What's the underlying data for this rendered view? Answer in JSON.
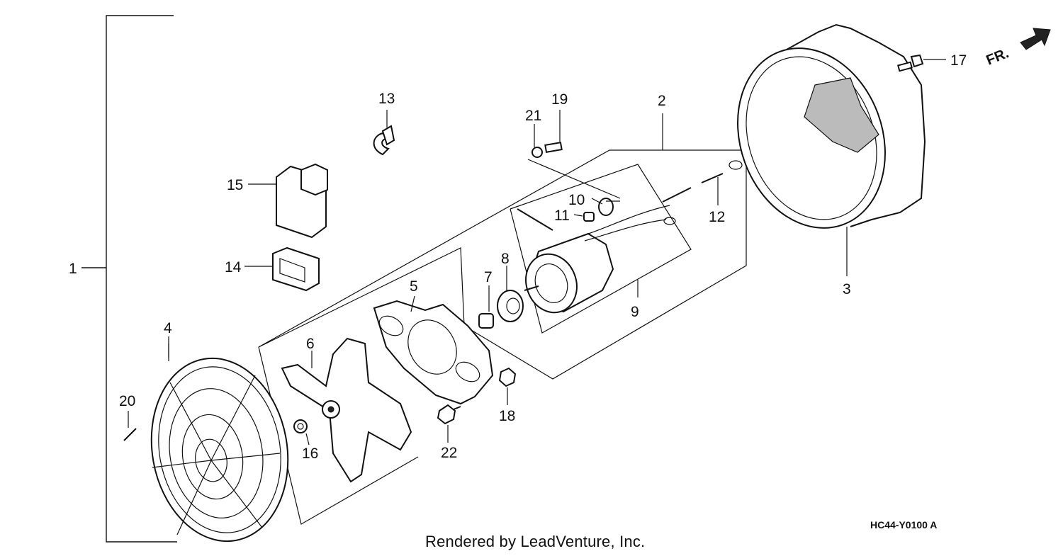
{
  "diagram": {
    "callouts": [
      "1",
      "2",
      "3",
      "4",
      "5",
      "6",
      "7",
      "8",
      "9",
      "10",
      "11",
      "12",
      "13",
      "14",
      "15",
      "16",
      "17",
      "18",
      "19",
      "20",
      "21",
      "22"
    ],
    "direction_label": "FR.",
    "diagram_code": "HC44-Y0100 A",
    "credit": "Rendered by LeadVenture, Inc."
  }
}
